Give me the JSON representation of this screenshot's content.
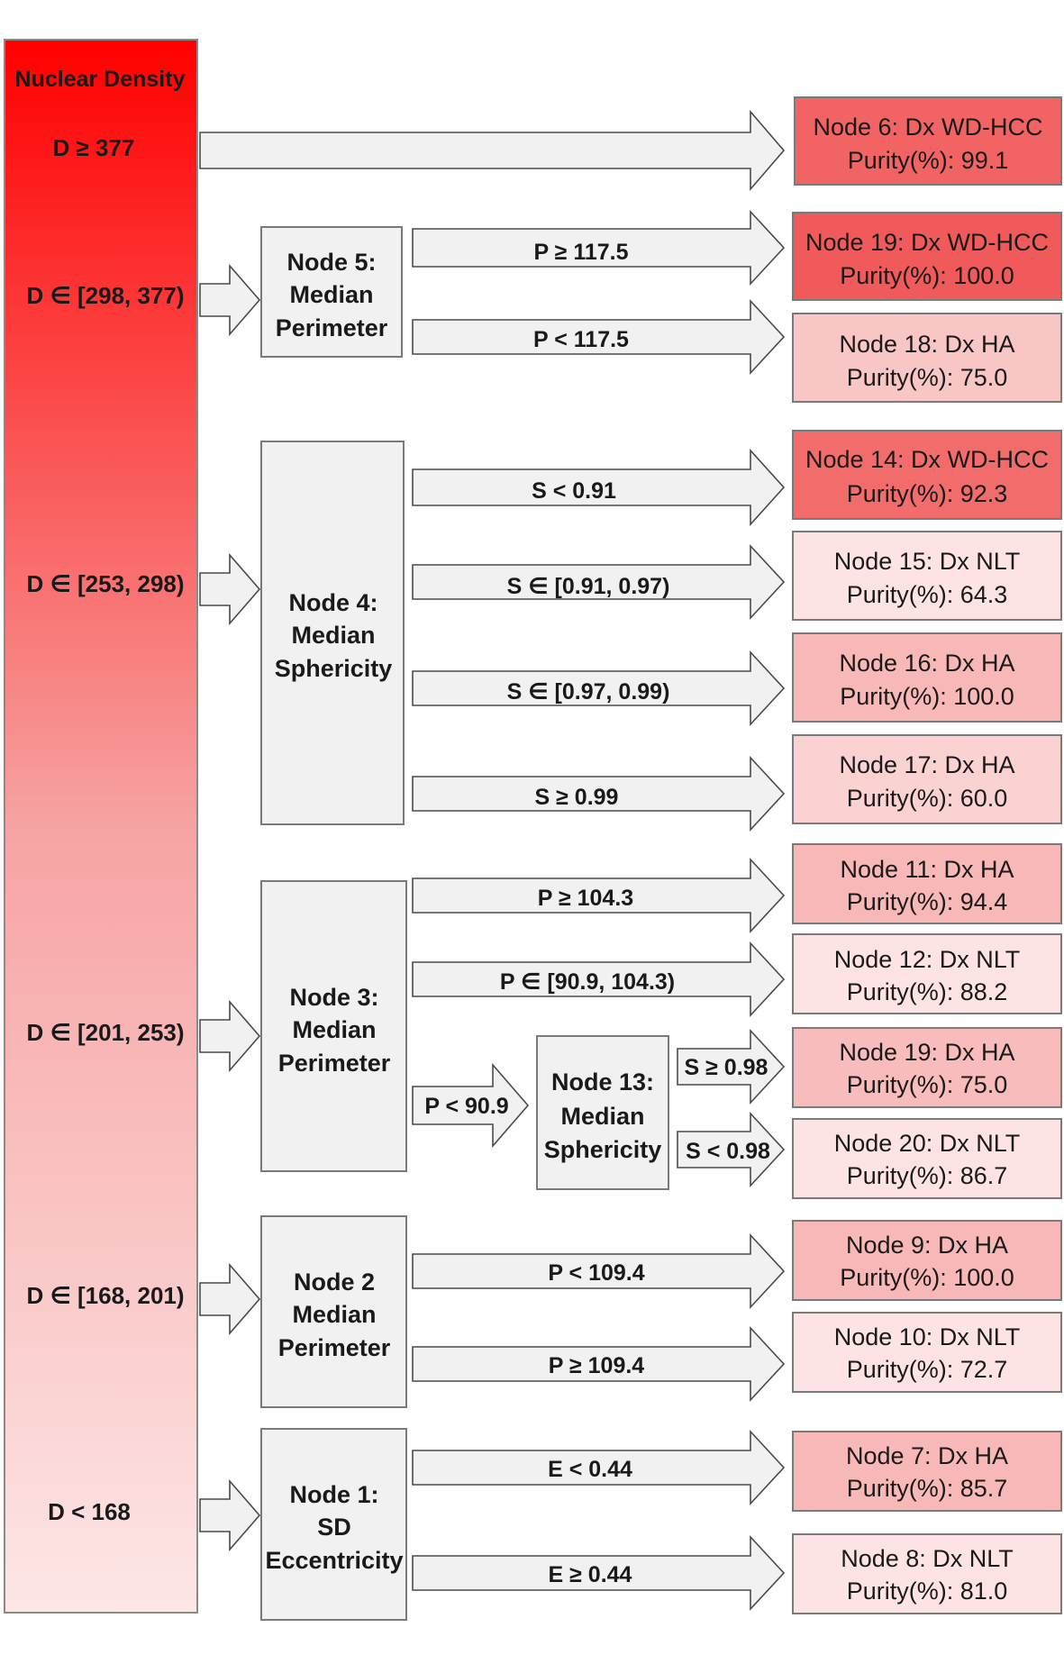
{
  "density_bar": {
    "title": "Nuclear Density",
    "ranges": [
      "D ≥ 377",
      "D ∈ [298, 377)",
      "D ∈ [253, 298)",
      "D ∈ [201, 253)",
      "D ∈ [168, 201)",
      "D < 168"
    ],
    "gradient_top": "#ff0000",
    "gradient_bottom": "#fde6e6"
  },
  "split_nodes": [
    {
      "id": "node-5",
      "lines": [
        "Node 5:",
        "Median",
        "Perimeter"
      ]
    },
    {
      "id": "node-4",
      "lines": [
        "Node 4:",
        "Median",
        "Sphericity"
      ]
    },
    {
      "id": "node-3",
      "lines": [
        "Node 3:",
        "Median",
        "Perimeter"
      ]
    },
    {
      "id": "node-13",
      "lines": [
        "Node 13:",
        "Median",
        "Sphericity"
      ]
    },
    {
      "id": "node-2",
      "lines": [
        "Node 2",
        "Median",
        "Perimeter"
      ]
    },
    {
      "id": "node-1",
      "lines": [
        "Node 1:",
        "SD",
        "Eccentricity"
      ]
    }
  ],
  "arrow_labels": {
    "p_ge_117": "P ≥ 117.5",
    "p_lt_117": "P < 117.5",
    "s_lt_091": "S < 0.91",
    "s_091_097": "S ∈ [0.91, 0.97)",
    "s_097_099": "S ∈ [0.97, 0.99)",
    "s_ge_099": "S ≥ 0.99",
    "p_ge_1043": "P ≥ 104.3",
    "p_909_1043": "P ∈ [90.9, 104.3)",
    "p_lt_909": "P < 90.9",
    "s_ge_098": "S ≥ 0.98",
    "s_lt_098": "S < 0.98",
    "p_lt_1094": "P < 109.4",
    "p_ge_1094": "P ≥ 109.4",
    "e_lt_044": "E < 0.44",
    "e_ge_044": "E ≥ 0.44"
  },
  "leaf_nodes": [
    {
      "id": "node-6",
      "title": "Node 6: Dx WD-HCC",
      "purity": "Purity(%): 99.1",
      "fill": "#f26464"
    },
    {
      "id": "node-19a",
      "title": "Node 19: Dx WD-HCC",
      "purity": "Purity(%): 100.0",
      "fill": "#f05a5a"
    },
    {
      "id": "node-18",
      "title": "Node 18: Dx HA",
      "purity": "Purity(%): 75.0",
      "fill": "#f9c6c6"
    },
    {
      "id": "node-14",
      "title": "Node 14: Dx WD-HCC",
      "purity": "Purity(%): 92.3",
      "fill": "#f26c6c"
    },
    {
      "id": "node-15",
      "title": "Node 15: Dx NLT",
      "purity": "Purity(%): 64.3",
      "fill": "#fde3e3"
    },
    {
      "id": "node-16",
      "title": "Node 16: Dx HA",
      "purity": "Purity(%): 100.0",
      "fill": "#f8b8b8"
    },
    {
      "id": "node-17",
      "title": "Node 17: Dx HA",
      "purity": "Purity(%): 60.0",
      "fill": "#fbd2d2"
    },
    {
      "id": "node-11",
      "title": "Node 11: Dx HA",
      "purity": "Purity(%): 94.4",
      "fill": "#f8b8b8"
    },
    {
      "id": "node-12",
      "title": "Node 12: Dx NLT",
      "purity": "Purity(%): 88.2",
      "fill": "#fde3e3"
    },
    {
      "id": "node-19b",
      "title": "Node 19: Dx HA",
      "purity": "Purity(%): 75.0",
      "fill": "#f8bcbc"
    },
    {
      "id": "node-20",
      "title": "Node 20: Dx NLT",
      "purity": "Purity(%): 86.7",
      "fill": "#fde3e3"
    },
    {
      "id": "node-9",
      "title": "Node 9: Dx HA",
      "purity": "Purity(%): 100.0",
      "fill": "#f8b8b8"
    },
    {
      "id": "node-10",
      "title": "Node 10: Dx NLT",
      "purity": "Purity(%): 72.7",
      "fill": "#fde3e3"
    },
    {
      "id": "node-7",
      "title": "Node 7: Dx HA",
      "purity": "Purity(%): 85.7",
      "fill": "#f8b8b8"
    },
    {
      "id": "node-8",
      "title": "Node 8: Dx NLT",
      "purity": "Purity(%): 81.0",
      "fill": "#fde3e3"
    }
  ]
}
